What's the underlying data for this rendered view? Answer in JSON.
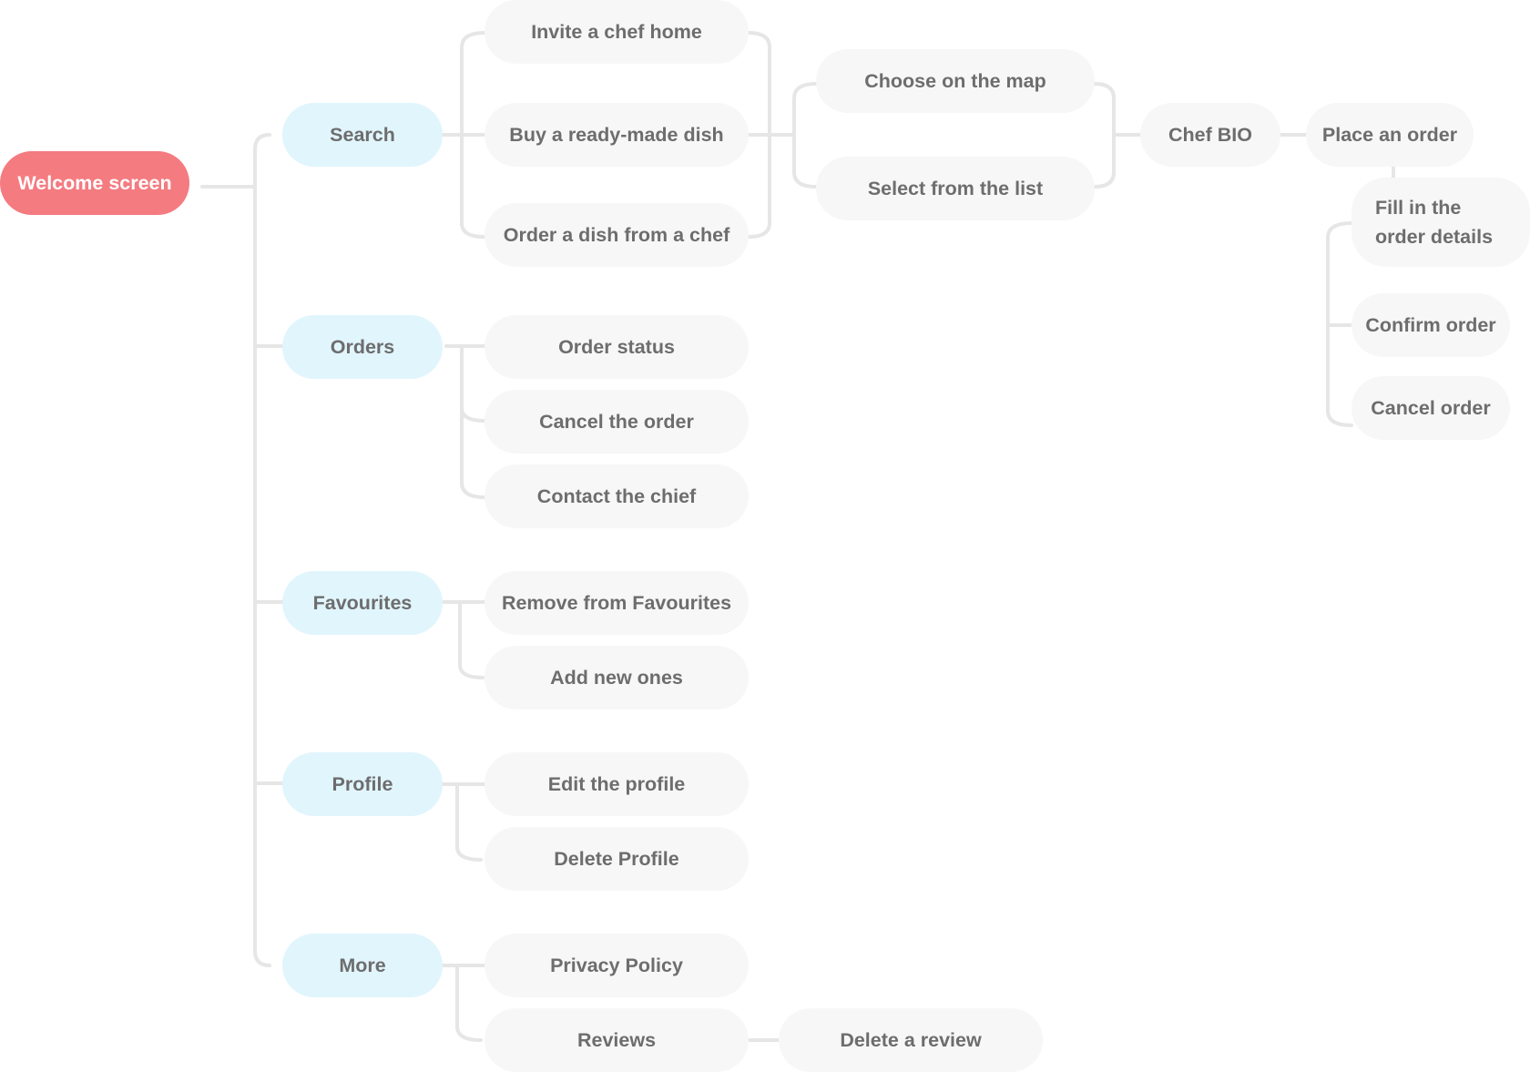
{
  "diagram": {
    "root": "Welcome screen",
    "categories": {
      "search": "Search",
      "orders": "Orders",
      "favourites": "Favourites",
      "profile": "Profile",
      "more": "More"
    },
    "search_items": [
      "Invite a chef home",
      "Buy a ready-made dish",
      "Order a dish from a chef"
    ],
    "search_methods": [
      "Choose on the map",
      "Select from the list"
    ],
    "chef_bio": "Chef BIO",
    "place_order": "Place an order",
    "order_steps": [
      "Fill in the order details",
      "Confirm order",
      "Cancel order"
    ],
    "orders_items": [
      "Order status",
      "Cancel the order",
      "Contact the chief"
    ],
    "favourites_items": [
      "Remove from Favourites",
      "Add new ones"
    ],
    "profile_items": [
      "Edit the profile",
      "Delete Profile"
    ],
    "more_items": [
      "Privacy Policy",
      "Reviews"
    ],
    "reviews_items": [
      "Delete a review"
    ]
  },
  "colors": {
    "root_fill": "#f47b80",
    "category_fill": "#e1f5fd",
    "leaf_fill": "#f7f7f7",
    "text": "#6d6d6d",
    "connector": "#e6e6e6"
  }
}
